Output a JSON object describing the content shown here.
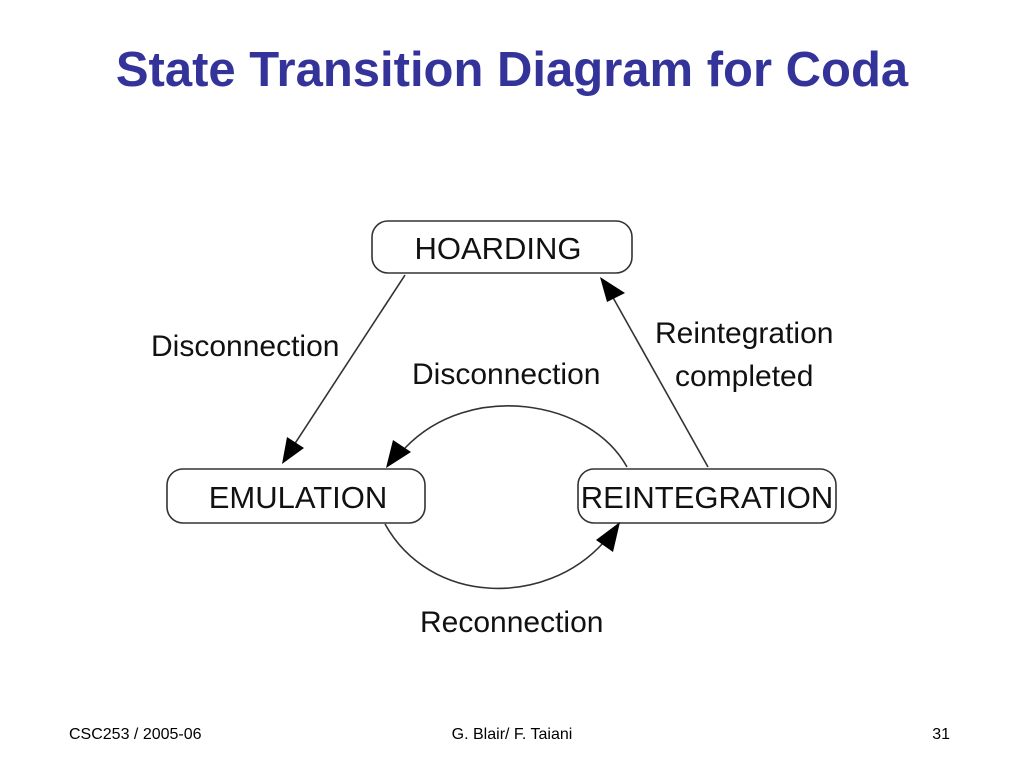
{
  "title": "State Transition Diagram for Coda",
  "diagram": {
    "states": {
      "hoarding": "HOARDING",
      "emulation": "EMULATION",
      "reintegration": "REINTEGRATION"
    },
    "transitions": {
      "hoarding_to_emulation": "Disconnection",
      "reintegration_to_emulation": "Disconnection",
      "emulation_to_reintegration": "Reconnection",
      "reintegration_to_hoarding_line1": "Reintegration",
      "reintegration_to_hoarding_line2": "completed"
    }
  },
  "footer": {
    "course": "CSC253 / 2005-06",
    "authors": "G. Blair/ F. Taiani",
    "page_number": "31"
  }
}
